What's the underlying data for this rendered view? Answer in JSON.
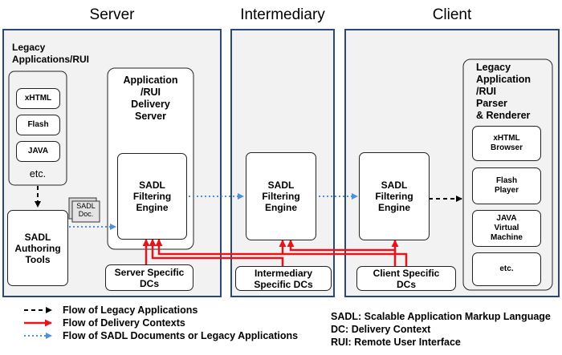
{
  "zones": {
    "server": "Server",
    "intermediary": "Intermediary",
    "client": "Client"
  },
  "server": {
    "legacy_group_title": "Legacy\nApplications/RUI",
    "legacy_items": [
      "xHTML",
      "Flash",
      "JAVA"
    ],
    "legacy_more": "etc.",
    "authoring_tools": "SADL\nAuthoring\nTools",
    "delivery_server_title": "Application\n/RUI\nDelivery\nServer",
    "filtering_engine": "SADL\nFiltering\nEngine",
    "document_label": "SADL\nDoc.",
    "dcs": "Server Specific\nDCs"
  },
  "intermediary": {
    "filtering_engine": "SADL\nFiltering\nEngine",
    "dcs": "Intermediary\nSpecific DCs"
  },
  "client": {
    "filtering_engine": "SADL\nFiltering\nEngine",
    "dcs": "Client Specific\nDCs",
    "parser_title": "Legacy\nApplication\n/RUI\nParser\n& Renderer",
    "parser_items": [
      "xHTML\nBrowser",
      "Flash\nPlayer",
      "JAVA\nVirtual\nMachine",
      "etc."
    ]
  },
  "legend": {
    "items": [
      {
        "style": "black-dashed",
        "color": "#000000",
        "label": "Flow of Legacy Applications"
      },
      {
        "style": "red-solid",
        "color": "#e8141b",
        "label": "Flow of Delivery Contexts"
      },
      {
        "style": "blue-dotted",
        "color": "#4f8fe0",
        "label": "Flow of SADL Documents or Legacy Applications"
      }
    ]
  },
  "glossary": [
    "SADL: Scalable Application Markup Language",
    "DC: Delivery Context",
    "RUI: Remote User Interface"
  ],
  "colors": {
    "zone_fill": "#f2f2f2",
    "zone_border": "#2b4a73",
    "group_fill": "#f2f2f2",
    "delivery_context": "#e8141b",
    "sadl_flow": "#4f8fe0",
    "legacy_flow": "#000000"
  }
}
